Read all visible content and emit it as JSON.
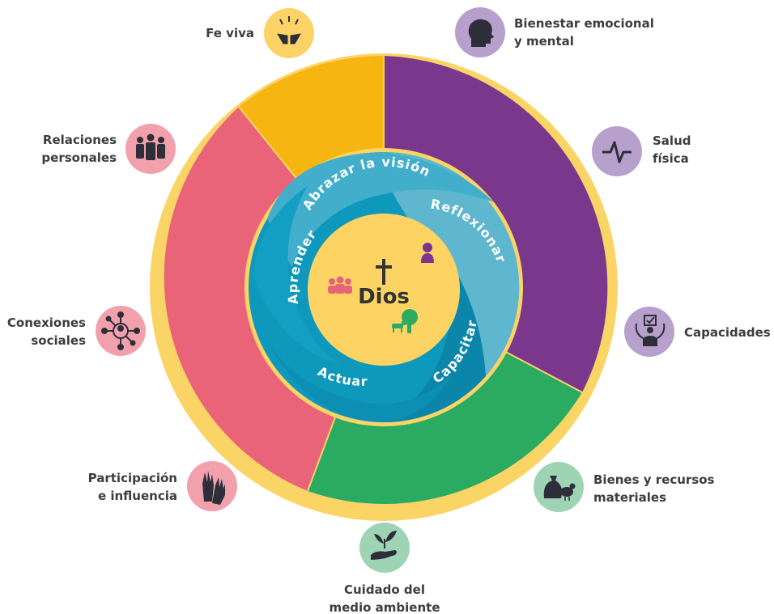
{
  "center": {
    "label": "Dios"
  },
  "process": {
    "aprender": "Aprender",
    "abrazar": "Abrazar la visión",
    "reflexionar": "Reflexionar",
    "capacitar": "Capacitar",
    "actuar": "Actuar"
  },
  "outcomes": {
    "fe_viva": {
      "line1": "Fe viva",
      "icon": "praying-hands-icon"
    },
    "bienestar": {
      "line1": "Bienestar emocional",
      "line2": "y mental",
      "icon": "head-brain-icon"
    },
    "salud": {
      "line1": "Salud",
      "line2": "física",
      "icon": "heartbeat-icon"
    },
    "capacidades": {
      "line1": "Capacidades",
      "icon": "person-checklist-icon"
    },
    "bienes": {
      "line1": "Bienes y recursos",
      "line2": "materiales",
      "icon": "sack-chicken-icon"
    },
    "cuidado": {
      "line1": "Cuidado del",
      "line2": "medio ambiente",
      "icon": "plant-in-hand-icon"
    },
    "participacion": {
      "line1": "Participación",
      "line2": "e influencia",
      "icon": "raised-hands-icon"
    },
    "conexiones": {
      "line1": "Conexiones",
      "line2": "sociales",
      "icon": "network-icon"
    },
    "relaciones": {
      "line1": "Relaciones",
      "line2": "personales",
      "icon": "group-people-icon"
    }
  },
  "colors": {
    "yellow": "#F7B512",
    "purple": "#7A378B",
    "green": "#2BAA61",
    "pink": "#EA6479",
    "teal": "#0E98BC",
    "teal_light": "#5EB6CF",
    "center": "#FDD464",
    "border": "#FBD466",
    "purple_circle": "#B8A0CC",
    "pink_circle": "#F2A1AC",
    "yellow_circle": "#FDD367",
    "green_circle": "#9ED3B3"
  }
}
